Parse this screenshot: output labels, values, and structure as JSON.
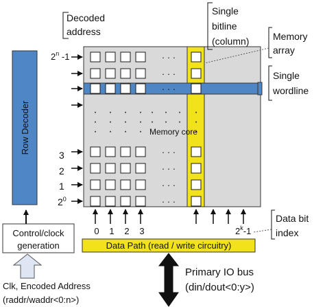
{
  "labels": {
    "decoded_address": [
      "Decoded",
      "address"
    ],
    "single_bitline": [
      "Single",
      "bitline",
      "(column)"
    ],
    "memory_array": [
      "Memory",
      "array"
    ],
    "single_wordline": [
      "Single",
      "wordline"
    ],
    "row_decoder": "Row Decoder",
    "memory_core": "Memory core",
    "control_clock": [
      "Control/clock",
      "generation"
    ],
    "data_path": "Data Path (read / write circuitry)",
    "data_bit_index": [
      "Data bit",
      "index"
    ],
    "primary_io": [
      "Primary IO bus",
      "(din/dout<0:y>)"
    ],
    "clk_address": [
      "Clk, Encoded Address",
      "(raddr/waddr<0:n>)"
    ]
  },
  "row_indices": {
    "top": {
      "base": "2",
      "sup": "n",
      "tail": " -1"
    },
    "numbers": [
      "3",
      "2",
      "1"
    ],
    "bottom": {
      "base": "2",
      "sup": "0"
    }
  },
  "col_indices": {
    "numbers": [
      "0",
      "1",
      "2",
      "3"
    ],
    "last": {
      "base": "2",
      "sup": "k",
      "tail": "-1"
    }
  },
  "ellipsis": {
    "horizontal": "· · ·",
    "vertical_dot": "·"
  },
  "colors": {
    "row_decoder": "#4f86c6",
    "memory_core_bg": "#d9d9d9",
    "bitline_highlight": "#f2e21c",
    "wordline_highlight": "#4f86c6",
    "data_path": "#f2e21c",
    "cell_fill": "#ffffff",
    "cell_stroke": "#1a1a1a"
  }
}
